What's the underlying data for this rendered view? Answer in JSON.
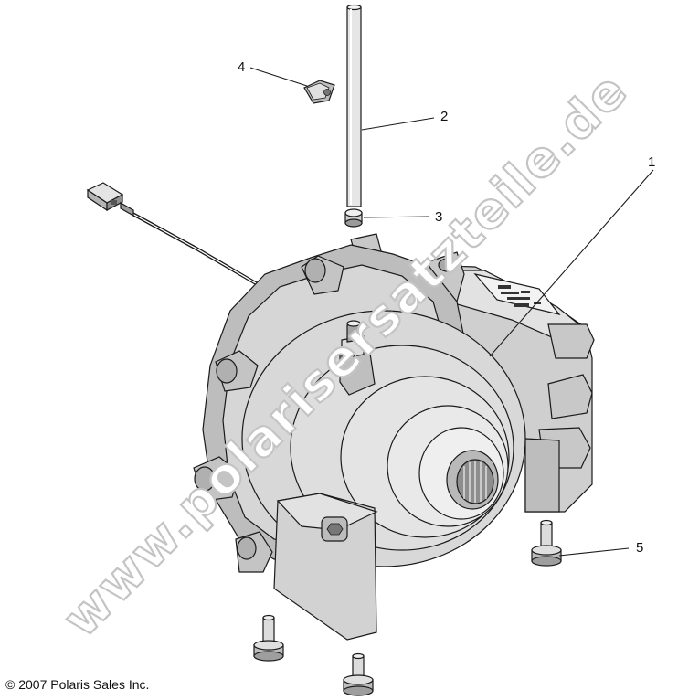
{
  "copyright": "© 2007 Polaris Sales Inc.",
  "watermark": "www.polarisersatzteile.de",
  "callouts": [
    {
      "id": "1",
      "label": "1"
    },
    {
      "id": "2",
      "label": "2"
    },
    {
      "id": "3",
      "label": "3"
    },
    {
      "id": "4",
      "label": "4"
    },
    {
      "id": "5",
      "label": "5"
    }
  ],
  "colors": {
    "housing": "#d4d4d4",
    "housing_dark": "#9a9a9a",
    "line": "#1a1a1a",
    "watermark_outline": "#c4c4c4"
  }
}
